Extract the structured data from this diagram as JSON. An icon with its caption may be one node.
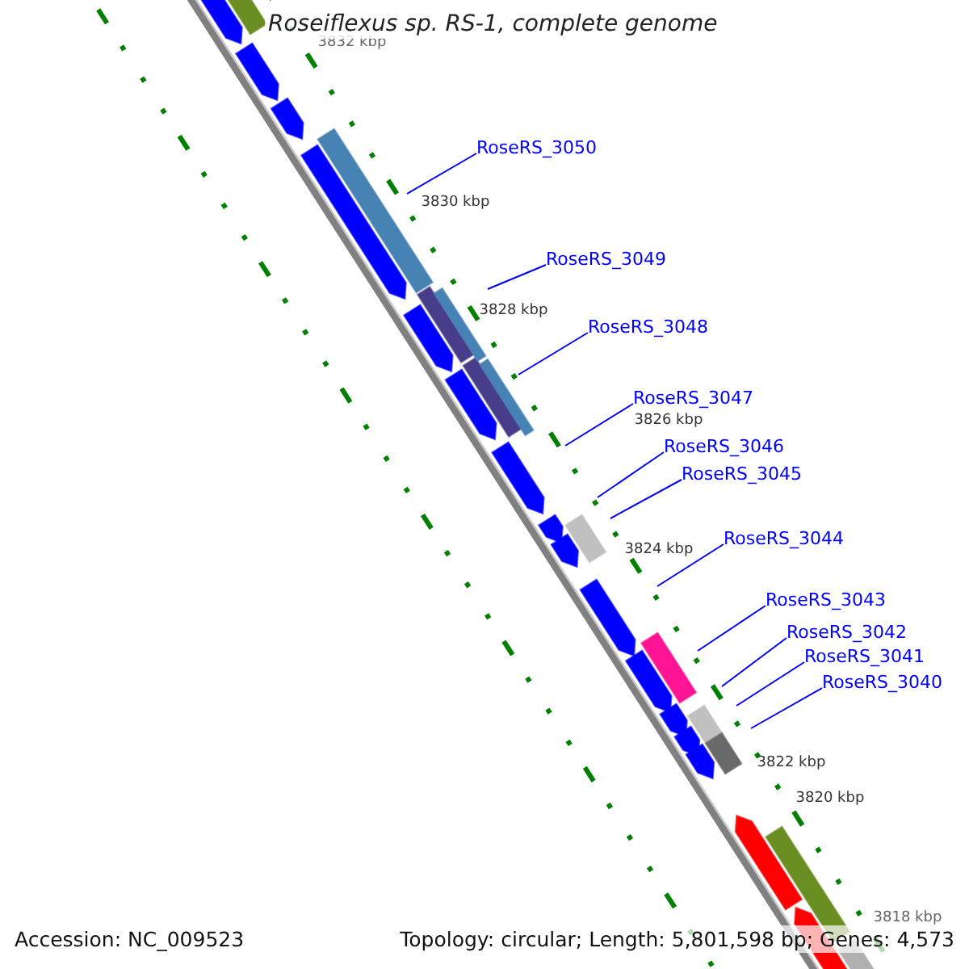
{
  "diagram": {
    "title": "Roseiflexus sp. RS-1, complete genome",
    "nodes": [
      {
        "text": [
          "RoseRS_3050"
        ]
      },
      {
        "text": [
          "RoseRS_3049"
        ]
      },
      {
        "text": [
          "RoseRS_3048"
        ]
      },
      {
        "text": [
          "RoseRS_3047"
        ]
      },
      {
        "text": [
          "RoseRS_3046"
        ]
      },
      {
        "text": [
          "RoseRS_3045"
        ]
      },
      {
        "text": [
          "RoseRS_3044"
        ]
      },
      {
        "text": [
          "RoseRS_3043"
        ]
      },
      {
        "text": [
          "RoseRS_3042"
        ]
      },
      {
        "text": [
          "RoseRS_3041"
        ]
      },
      {
        "text": [
          "RoseRS_3040"
        ]
      }
    ],
    "edges": [
      {
        "from": 0,
        "to": null,
        "arrow": "none"
      },
      {
        "from": 1,
        "to": null,
        "arrow": "none"
      },
      {
        "from": 2,
        "to": null,
        "arrow": "none"
      },
      {
        "from": 3,
        "to": null,
        "arrow": "none"
      },
      {
        "from": 4,
        "to": null,
        "arrow": "none"
      },
      {
        "from": 5,
        "to": null,
        "arrow": "none"
      },
      {
        "from": 6,
        "to": null,
        "arrow": "none"
      },
      {
        "from": 7,
        "to": null,
        "arrow": "none"
      },
      {
        "from": 8,
        "to": null,
        "arrow": "none"
      },
      {
        "from": 9,
        "to": null,
        "arrow": "none"
      },
      {
        "from": 10,
        "to": null,
        "arrow": "none"
      }
    ],
    "labels": [
      "3832 kbp",
      "3830 kbp",
      "3828 kbp",
      "3826 kbp",
      "3824 kbp",
      "3822 kbp",
      "3820 kbp",
      "3818 kbp",
      "Accession: NC_009523",
      "Topology: circular; Length: 5,801,598 bp; Genes: 4,573"
    ]
  }
}
